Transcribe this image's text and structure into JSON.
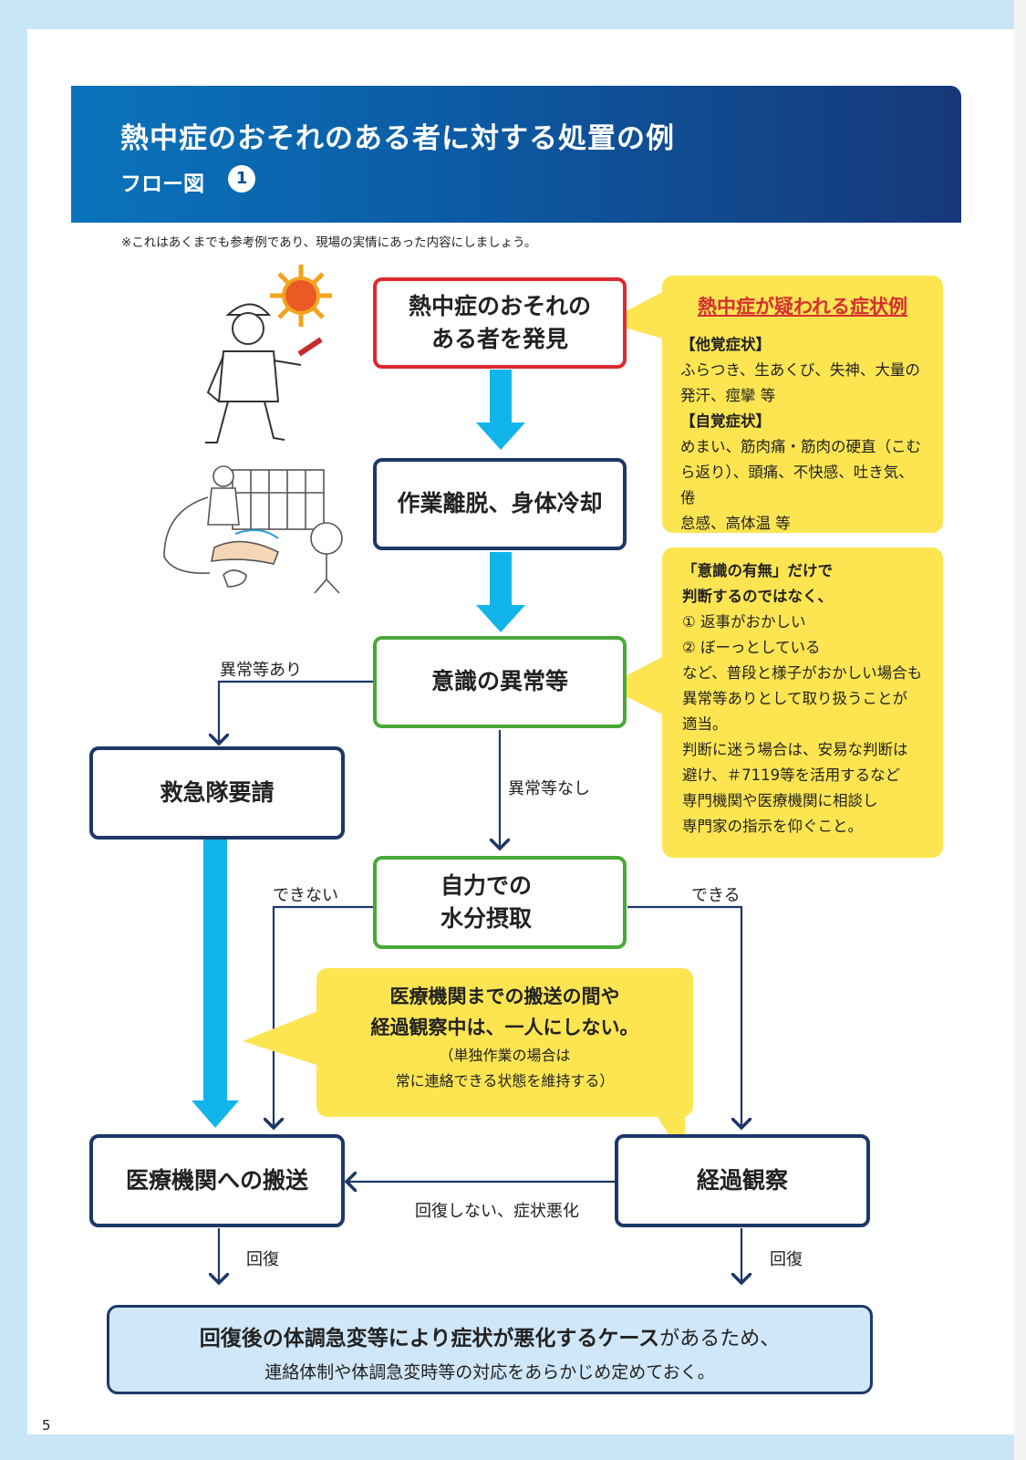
{
  "header": {
    "title": "熱中症のおそれのある者に対する処置の例",
    "subtitle": "フロー図",
    "number": "1"
  },
  "note": "※これはあくまでも参考例であり、現場の実情にあった内容にしましょう。",
  "flow": {
    "discover_line1": "熱中症のおそれの",
    "discover_line2": "ある者を発見",
    "cooling": "作業離脱、身体冷却",
    "consciousness": "意識の異常等",
    "emergency": "救急隊要請",
    "hydration_line1": "自力での",
    "hydration_line2": "水分摂取",
    "transport": "医療機関への搬送",
    "observe": "経過観察"
  },
  "labels": {
    "abnormal_yes": "異常等あり",
    "abnormal_no": "異常等なし",
    "cannot": "できない",
    "can": "できる",
    "no_recovery": "回復しない、症状悪化",
    "recovery_left": "回復",
    "recovery_right": "回復"
  },
  "symptoms": {
    "heading": "熱中症が疑われる症状例",
    "objective_title": "【他覚症状】",
    "objective_line1": "ふらつき、生あくび、失神、大量の",
    "objective_line2": "発汗、痙攣 等",
    "subjective_title": "【自覚症状】",
    "subjective_line1": "めまい、筋肉痛・筋肉の硬直（こむ",
    "subjective_line2": "ら返り）、頭痛、不快感、吐き気、倦",
    "subjective_line3": "怠感、高体温 等"
  },
  "consciousness_note": {
    "title_line1": "「意識の有無」だけで",
    "title_line2": "判断するのではなく、",
    "item1": "① 返事がおかしい",
    "item2": "② ぼーっとしている",
    "body_line1": "など、普段と様子がおかしい場合も",
    "body_line2": "異常等ありとして取り扱うことが",
    "body_line3": "適当。",
    "body_line4": "判断に迷う場合は、安易な判断は",
    "body_line5": "避け、＃7119等を活用するなど",
    "body_line6": "専門機関や医療機関に相談し",
    "body_line7": "専門家の指示を仰ぐこと。"
  },
  "alone_note": {
    "line1": "医療機関までの搬送の間や",
    "line2": "経過観察中は、一人にしない。",
    "line3": "（単独作業の場合は",
    "line4": "常に連絡できる状態を維持する）"
  },
  "final_note": {
    "line1_bold": "回復後の体調急変等により症状が悪化するケース",
    "line1_rest": "があるため、",
    "line2": "連絡体制や体調急変時等の対応をあらかじめ定めておく。"
  },
  "page_number": "5",
  "colors": {
    "header_start": "#0a73bb",
    "header_end": "#17387a",
    "red": "#dc2a2f",
    "navy": "#1d3768",
    "green": "#4aa838",
    "yellow": "#fde552",
    "arrow_blue": "#12b5ea",
    "final_bg": "#cfe7f8"
  }
}
